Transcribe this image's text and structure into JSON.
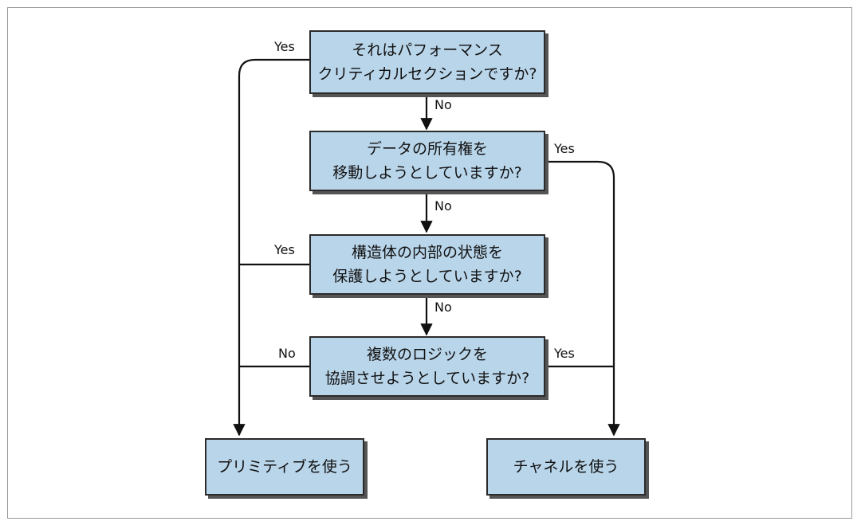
{
  "boxes": {
    "q1": {
      "line1": "それはパフォーマンス",
      "line2": "クリティカルセクションですか?"
    },
    "q2": {
      "line1": "データの所有権を",
      "line2": "移動しようとしていますか?"
    },
    "q3": {
      "line1": "構造体の内部の状態を",
      "line2": "保護しようとしていますか?"
    },
    "q4": {
      "line1": "複数のロジックを",
      "line2": "協調させようとしていますか?"
    },
    "primitive": "プリミティブを使う",
    "channel": "チャネルを使う"
  },
  "edge_labels": {
    "q1_yes": "Yes",
    "q1_no": "No",
    "q2_yes": "Yes",
    "q2_no": "No",
    "q3_yes": "Yes",
    "q3_no": "No",
    "q4_no": "No",
    "q4_yes": "Yes"
  },
  "colors": {
    "box_fill": "#b9d5ea",
    "border": "#2b2b2b",
    "shadow": "#555555"
  }
}
